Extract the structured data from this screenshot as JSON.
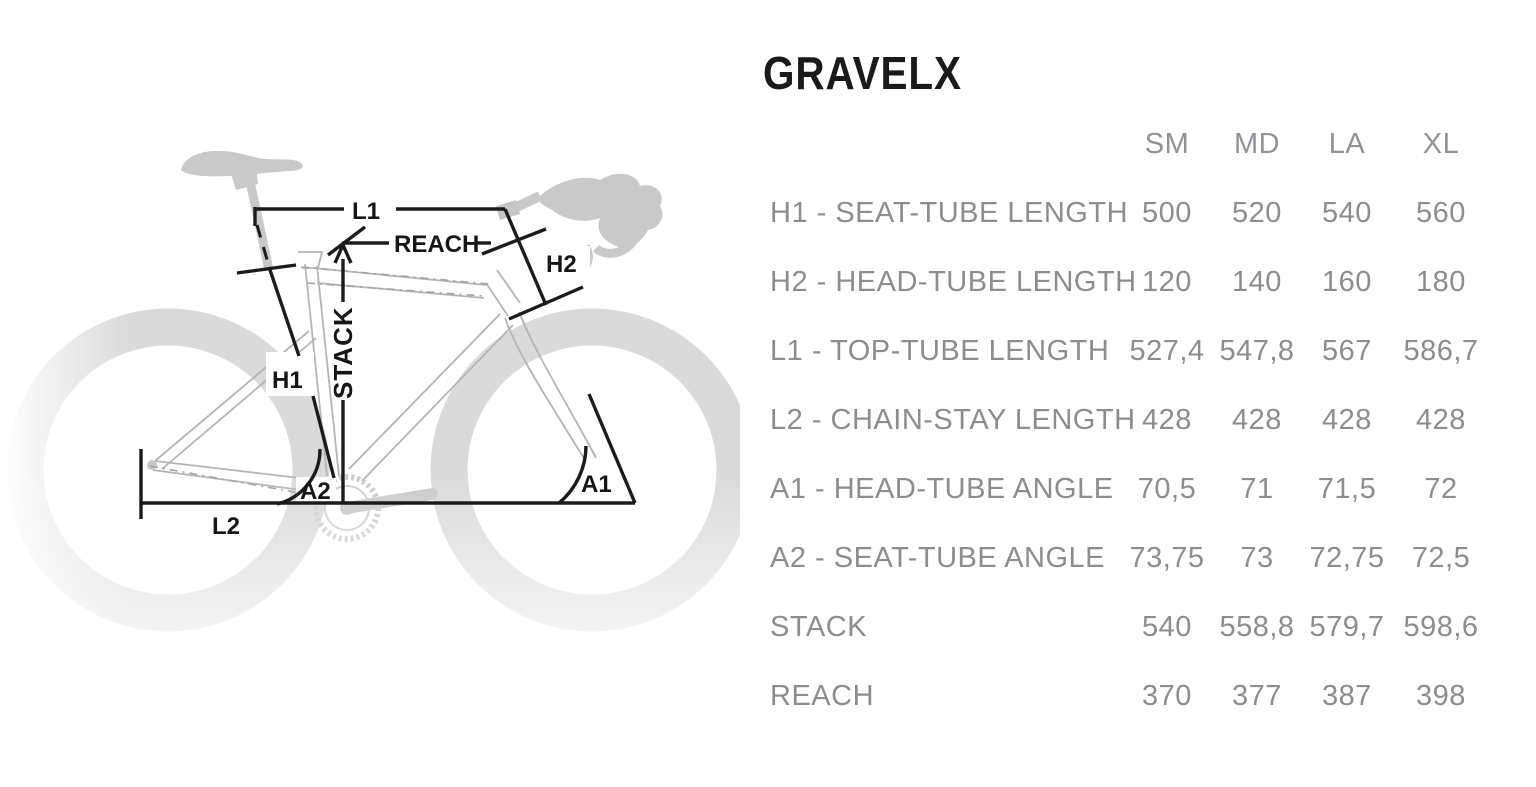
{
  "title": "GRAVELX",
  "diagram": {
    "description": "bike frame geometry drawing",
    "labels": {
      "l1": "L1",
      "reach": "REACH",
      "h2": "H2",
      "h1": "H1",
      "stack": "STACK",
      "a2": "A2",
      "a1": "A1",
      "l2": "L2"
    }
  },
  "table": {
    "size_headers": [
      "SM",
      "MD",
      "LA",
      "XL"
    ],
    "rows": [
      {
        "label": "H1 - SEAT-TUBE LENGTH",
        "values": [
          "500",
          "520",
          "540",
          "560"
        ]
      },
      {
        "label": "H2 - HEAD-TUBE LENGTH",
        "values": [
          "120",
          "140",
          "160",
          "180"
        ]
      },
      {
        "label": "L1 - TOP-TUBE LENGTH",
        "values": [
          "527,4",
          "547,8",
          "567",
          "586,7"
        ]
      },
      {
        "label": "L2 - CHAIN-STAY LENGTH",
        "values": [
          "428",
          "428",
          "428",
          "428"
        ]
      },
      {
        "label": "A1 - HEAD-TUBE ANGLE",
        "values": [
          "70,5",
          "71",
          "71,5",
          "72"
        ]
      },
      {
        "label": "A2 - SEAT-TUBE ANGLE",
        "values": [
          "73,75",
          "73",
          "72,75",
          "72,5"
        ]
      },
      {
        "label": "STACK",
        "values": [
          "540",
          "558,8",
          "579,7",
          "598,6"
        ]
      },
      {
        "label": "REACH",
        "values": [
          "370",
          "377",
          "387",
          "398"
        ]
      }
    ]
  },
  "colors": {
    "title_text": "#1a1a1a",
    "table_text": "#8d8d8d",
    "annotation": "#1b1b1b",
    "bike_silhouette": "#c9c9c9",
    "wheel_gray": "#dadada"
  }
}
